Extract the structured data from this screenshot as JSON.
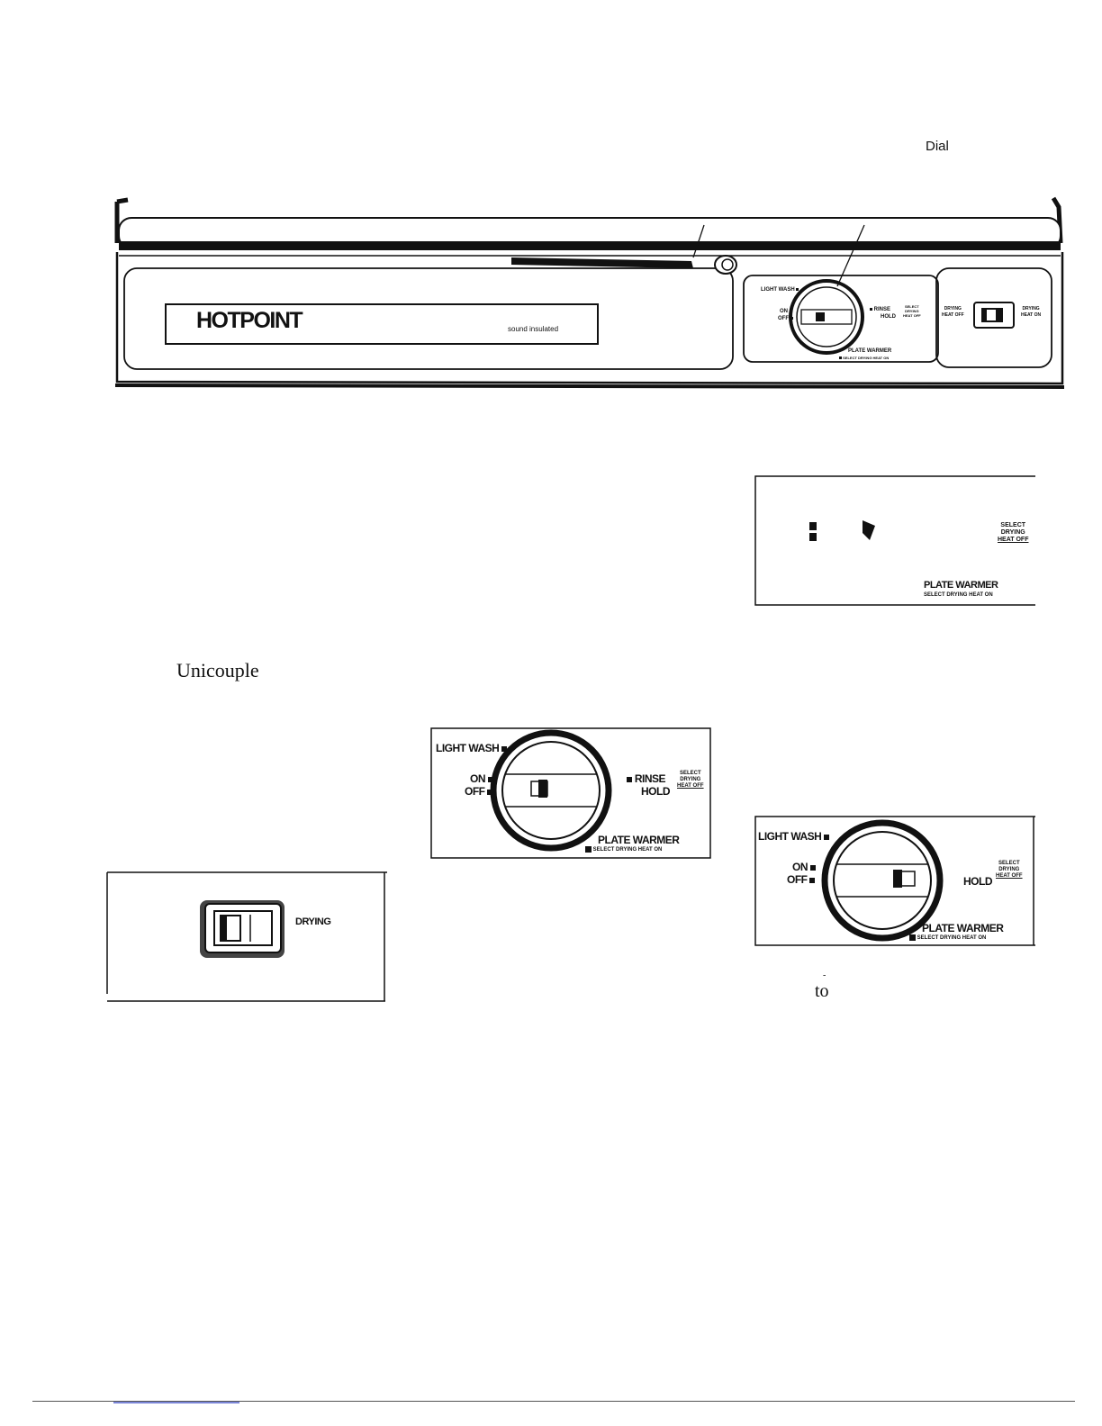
{
  "page": {
    "dial_caption": "Dial",
    "unicouple_text": "Unicouple",
    "to_text": "to",
    "stray_mark": "-"
  },
  "panel": {
    "brand": "HOTPOINT",
    "tagline": "sound insulated",
    "dial": {
      "light_wash": "LIGHT WASH",
      "on": "ON",
      "off": "OFF",
      "rinse": "RINSE",
      "hold": "HOLD",
      "select": "SELECT",
      "drying": "DRYING",
      "heat_off": "HEAT OFF",
      "plate_warmer": "PLATE WARMER",
      "select_drying_heat_on": "SELECT DRYING HEAT ON"
    },
    "switch": {
      "left_label_1": "DRYING",
      "left_label_2": "HEAT OFF",
      "right_label_1": "DRYING",
      "right_label_2": "HEAT ON"
    }
  },
  "fig_top_right": {
    "select": "SELECT",
    "drying": "DRYING",
    "heat_off": "HEAT OFF",
    "plate_warmer": "PLATE WARMER",
    "select_drying_heat_on": "SELECT DRYING HEAT ON"
  },
  "fig_center": {
    "light_wash": "LIGHT WASH",
    "on": "ON",
    "off": "OFF",
    "rinse": "RINSE",
    "hold": "HOLD",
    "select": "SELECT",
    "drying": "DRYING",
    "heat_off": "HEAT OFF",
    "plate_warmer": "PLATE WARMER",
    "select_drying_heat_on": "SELECT DRYING HEAT ON"
  },
  "fig_right": {
    "light_wash": "LIGHT WASH",
    "on": "ON",
    "off": "OFF",
    "hold": "HOLD",
    "select": "SELECT",
    "drying": "DRYING",
    "heat_off": "HEAT OFF",
    "plate_warmer": "PLATE WARMER",
    "select_drying_heat_on": "SELECT DRYING HEAT ON"
  },
  "fig_switch": {
    "label": "DRYING"
  }
}
